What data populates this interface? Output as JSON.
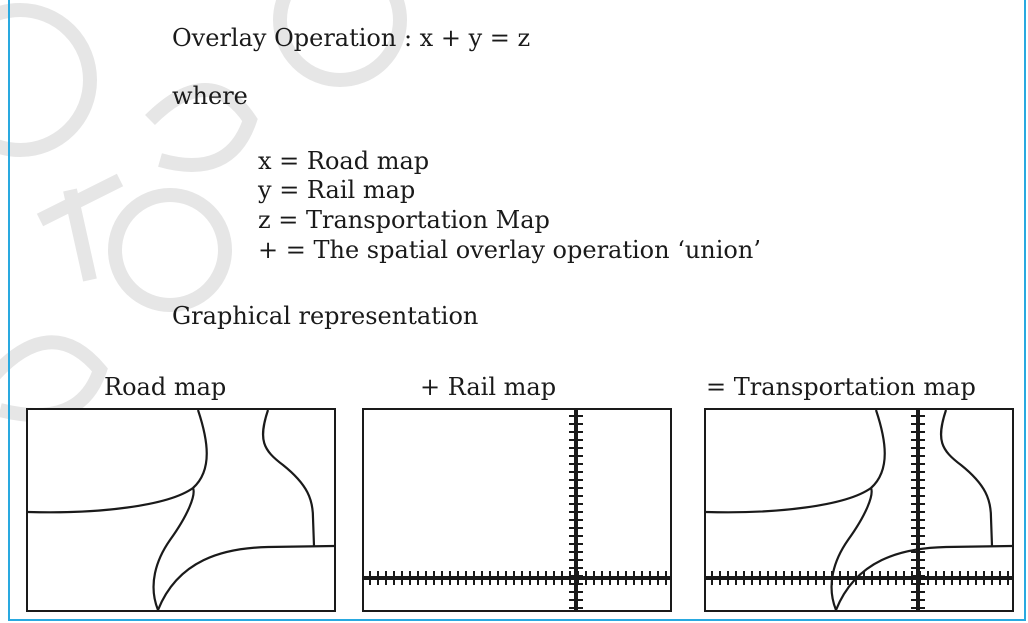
{
  "header": {
    "formula": "Overlay Operation : x + y = z",
    "where": "where"
  },
  "definitions": [
    "x = Road map",
    "y = Rail map",
    "z = Transportation Map",
    "+ = The spatial overlay operation ‘union’"
  ],
  "graphical_heading": "Graphical representation",
  "panels": [
    {
      "caption": "Road map"
    },
    {
      "caption": "+  Rail map"
    },
    {
      "caption": "= Transportation  map"
    }
  ],
  "colors": {
    "frame": "#29a9e0",
    "ink": "#1a1a1a",
    "watermark": "#e8e8e8"
  }
}
